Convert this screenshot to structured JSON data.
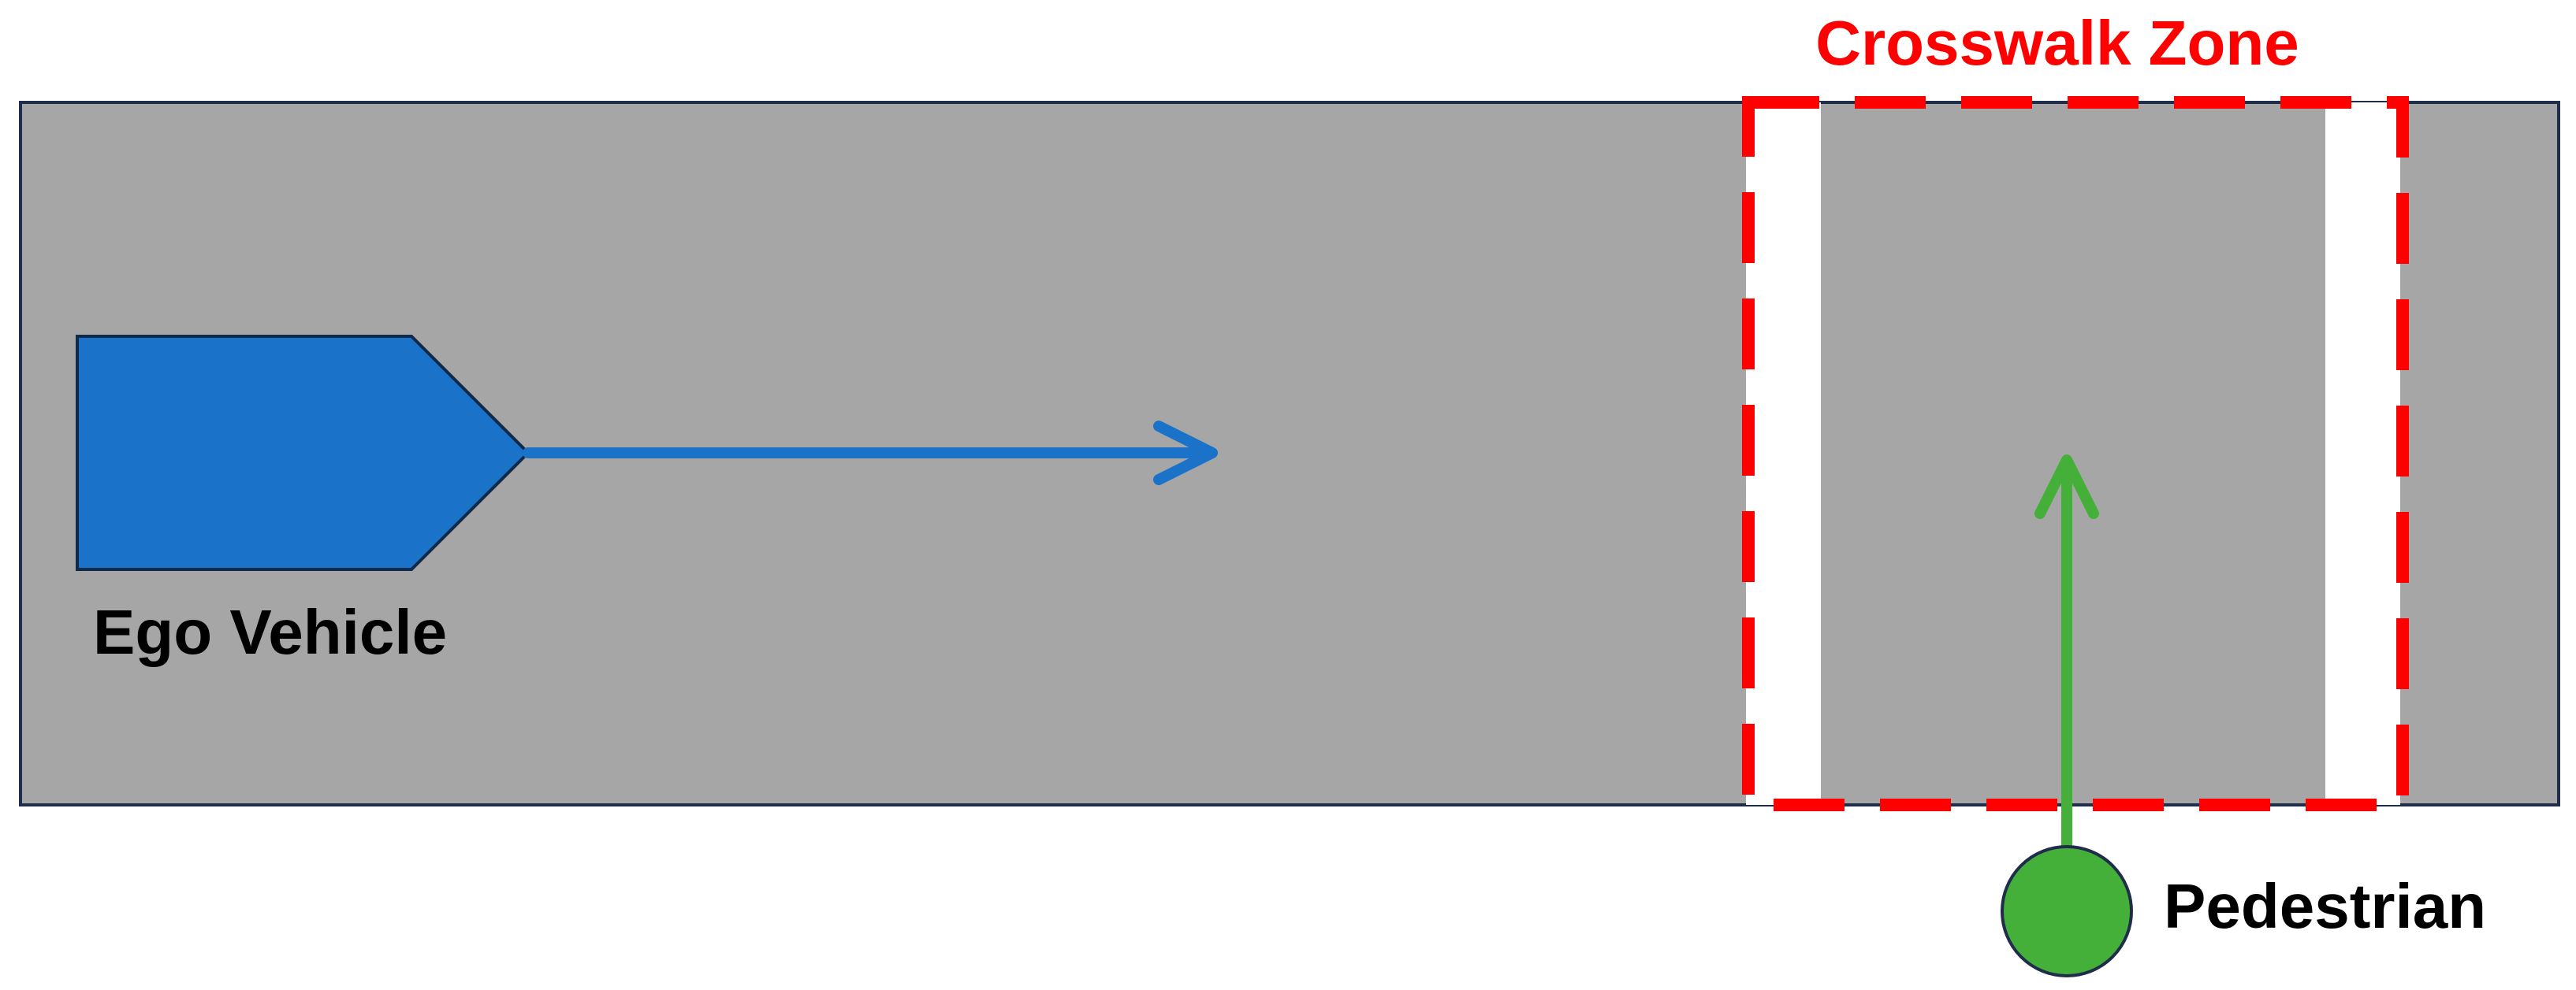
{
  "labels": {
    "ego_vehicle": "Ego Vehicle",
    "crosswalk_zone": "Crosswalk Zone",
    "pedestrian": "Pedestrian"
  },
  "colors": {
    "road": "#a6a6a6",
    "road_border": "#1f2d4a",
    "ego_vehicle": "#1a73c9",
    "ego_arrow": "#1a73c9",
    "crosswalk_zone": "#ff0000",
    "crosswalk_stripe": "#ffffff",
    "pedestrian": "#44b03a",
    "pedestrian_arrow": "#44b03a",
    "text": "#000000"
  }
}
